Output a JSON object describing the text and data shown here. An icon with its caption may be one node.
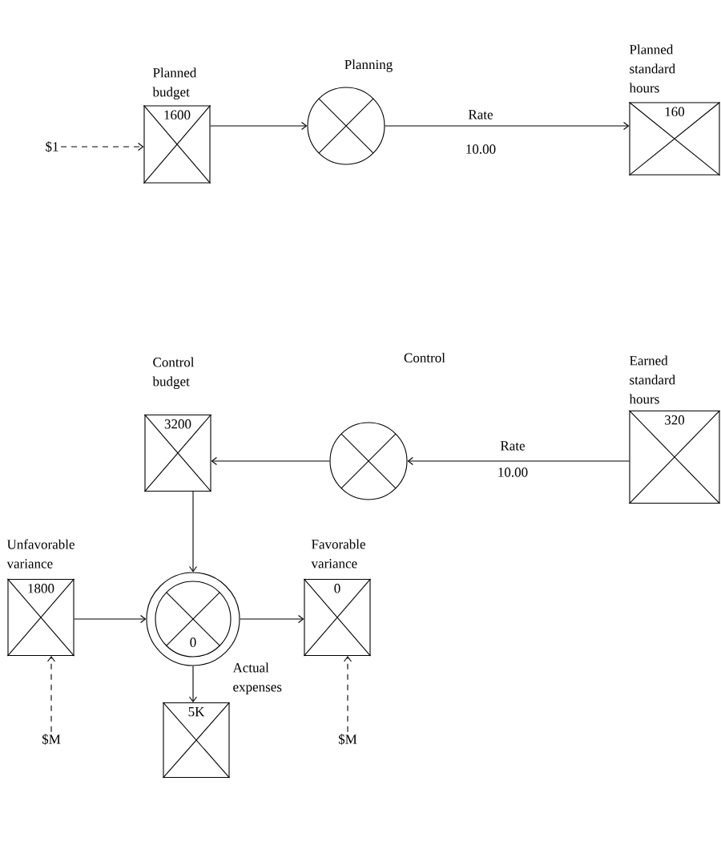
{
  "diagram": {
    "nodes": [
      {
        "text": [
          "Planned budget",
          "1600"
        ]
      },
      {
        "text": [
          "Planning"
        ]
      },
      {
        "text": [
          "Planned standard hours",
          "160"
        ]
      },
      {
        "text": [
          "$1"
        ]
      },
      {
        "text": [
          "Control budget",
          "3200"
        ]
      },
      {
        "text": [
          "Control"
        ]
      },
      {
        "text": [
          "Earned standard hours",
          "320"
        ]
      },
      {
        "text": [
          "Unfavorable variance",
          "1800"
        ]
      },
      {
        "text": [
          "0"
        ]
      },
      {
        "text": [
          "Favorable variance",
          "0"
        ]
      },
      {
        "text": [
          "Actual expenses",
          "5K"
        ]
      },
      {
        "text": [
          "$M"
        ]
      },
      {
        "text": [
          "$M"
        ]
      }
    ],
    "edges": [
      {
        "from": 3,
        "to": 0,
        "arrow": "to",
        "style": "dashed"
      },
      {
        "from": 0,
        "to": 1,
        "arrow": "to"
      },
      {
        "from": 1,
        "to": 2,
        "arrow": "to",
        "label": "Rate"
      },
      {
        "from": 6,
        "to": 5,
        "arrow": "to",
        "label": "Rate"
      },
      {
        "from": 5,
        "to": 4,
        "arrow": "to"
      },
      {
        "from": 4,
        "to": 8,
        "arrow": "to"
      },
      {
        "from": 7,
        "to": 8,
        "arrow": "to"
      },
      {
        "from": 8,
        "to": 9,
        "arrow": "to"
      },
      {
        "from": 8,
        "to": 10,
        "arrow": "to"
      },
      {
        "from": 11,
        "to": 7,
        "arrow": "to",
        "style": "dashed"
      },
      {
        "from": 12,
        "to": 9,
        "arrow": "to",
        "style": "dashed"
      }
    ],
    "labels": [
      "10.00",
      "10.00"
    ]
  }
}
